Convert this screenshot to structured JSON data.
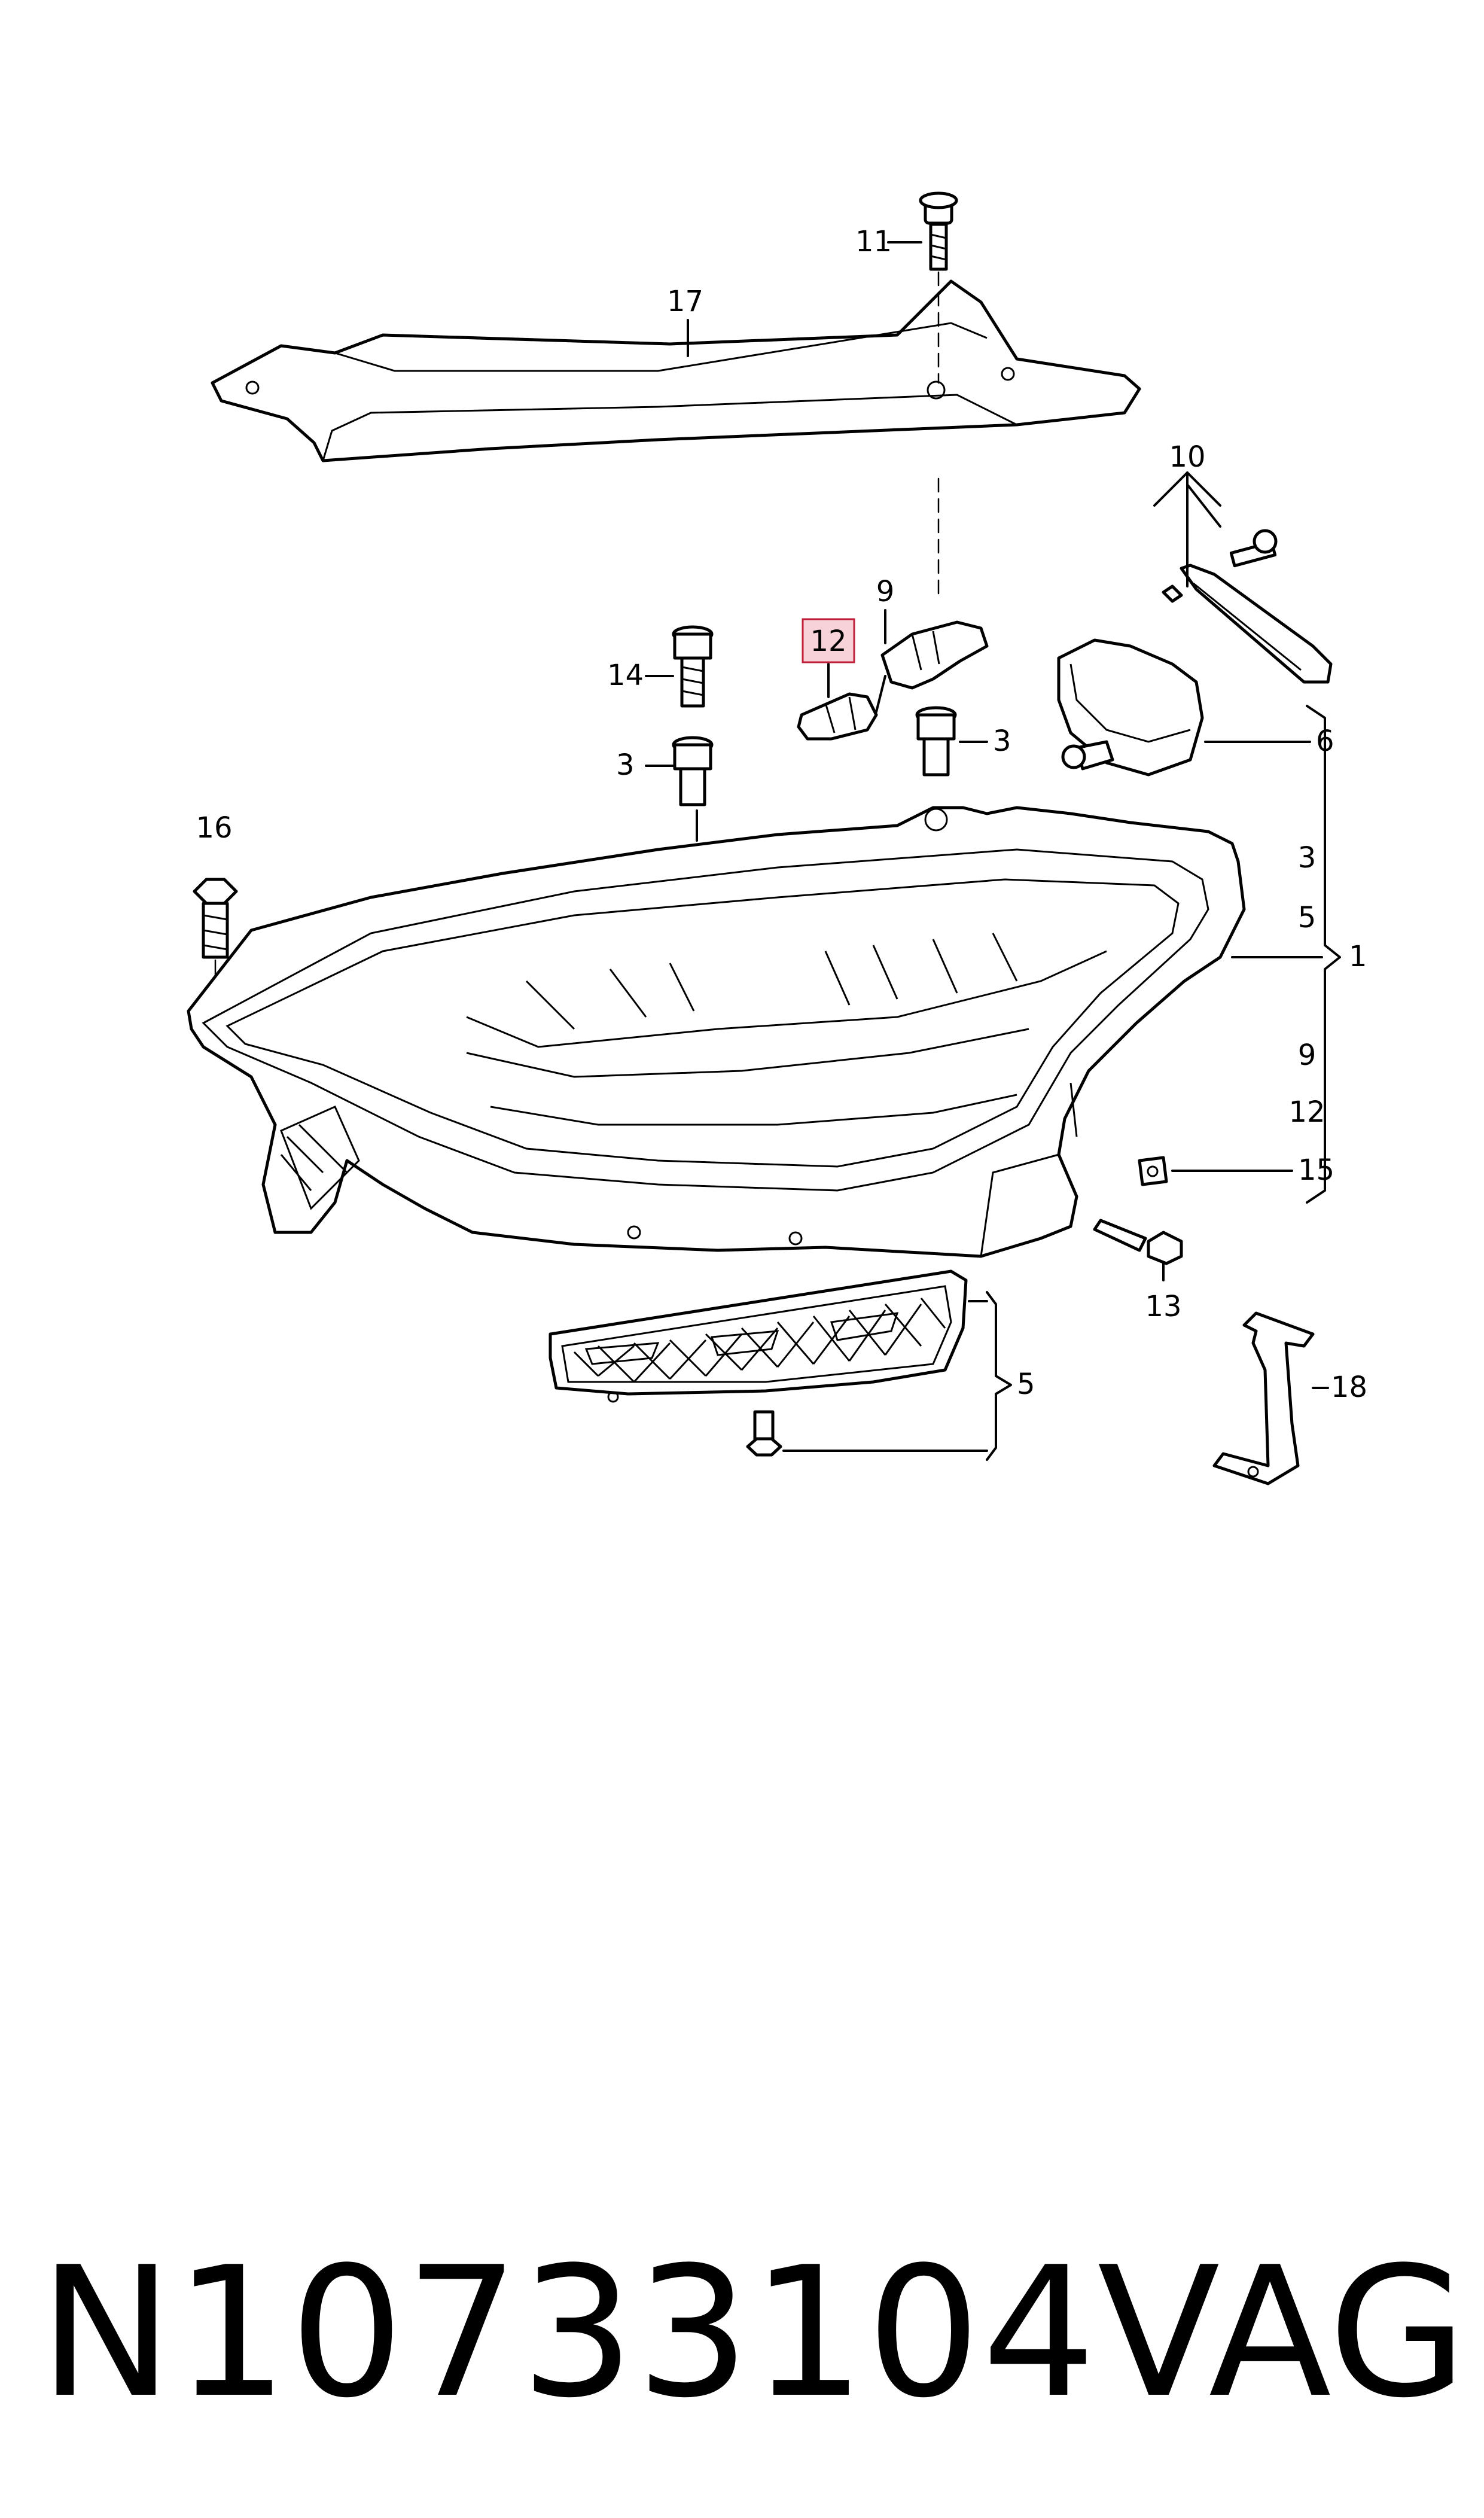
{
  "diagram": {
    "callouts": [
      {
        "id": "c11",
        "text": "11"
      },
      {
        "id": "c17",
        "text": "17"
      },
      {
        "id": "c10",
        "text": "10"
      },
      {
        "id": "c9",
        "text": "9"
      },
      {
        "id": "c12",
        "text": "12",
        "highlighted": true
      },
      {
        "id": "c14",
        "text": "14"
      },
      {
        "id": "c3a",
        "text": "3"
      },
      {
        "id": "c3b",
        "text": "3"
      },
      {
        "id": "c6",
        "text": "6"
      },
      {
        "id": "c16",
        "text": "16"
      },
      {
        "id": "c13",
        "text": "13"
      },
      {
        "id": "c15",
        "text": "15"
      },
      {
        "id": "c18",
        "text": "18"
      },
      {
        "id": "c5b",
        "text": "5"
      },
      {
        "id": "c1",
        "text": "1"
      }
    ],
    "group_list": [
      "3",
      "5",
      "9",
      "12"
    ],
    "highlight_color": "#c2203a"
  },
  "footer": {
    "part_number": "N10733104",
    "brand": "VAG"
  }
}
